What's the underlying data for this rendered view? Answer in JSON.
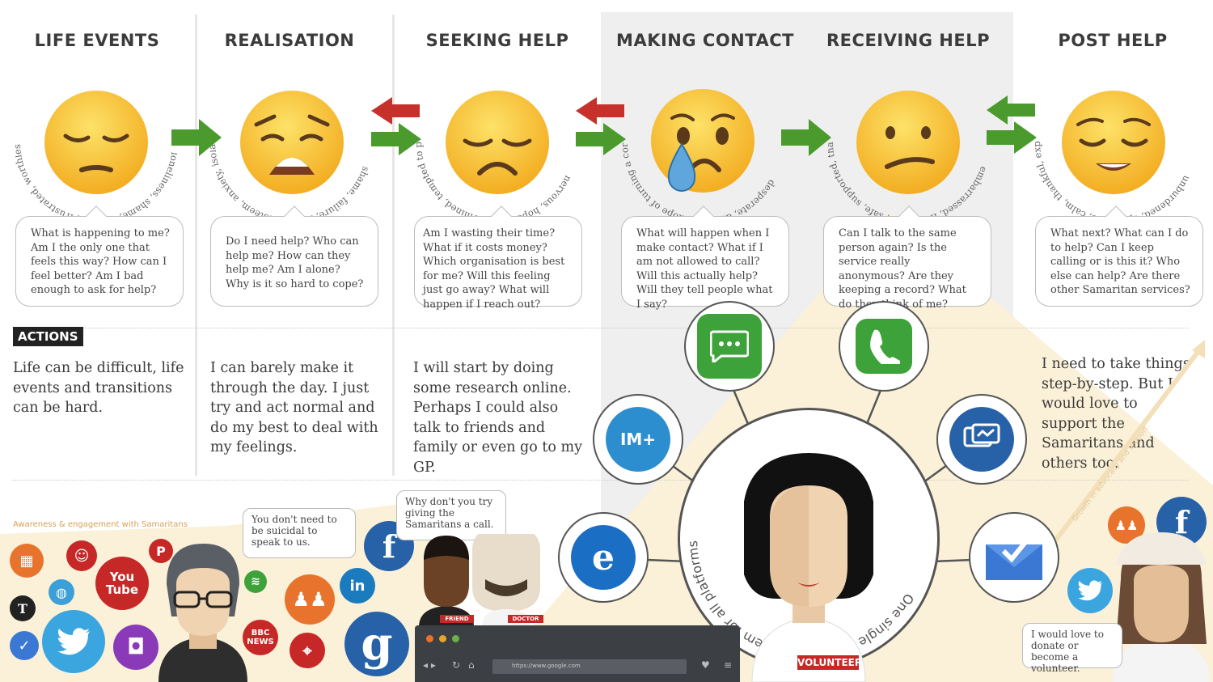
{
  "stages": [
    {
      "title": "LIFE EVENTS",
      "feelings": "loneliness, shame, trapped, frustrated, worthless, up and down, fear, denial,",
      "question": "What is happening to me? Am I the only one that feels this way? How can I feel better? Am I bad enough to ask for help?",
      "action": "Life can be difficult, life events and transitions can be hard."
    },
    {
      "title": "REALISATION",
      "feelings": "shame, failure, low self-esteem, anxiety, isolation, fear, Overwhelmed,",
      "question": "Do I need help? Who can help me? How can they help me? Am I alone? Why is it so hard to cope?",
      "action": "I can barely make it through the day. I just try and act normal and do my best to deal with my feelings."
    },
    {
      "title": "SEEKING HELP",
      "feelings": "nervous, hopeful, determined, tempted to procrastinate, Confused,",
      "question": "Am I wasting their time? What if it costs money? Which organisation is best for me? Will this feeling just go away? What will happen if I reach out?",
      "action": "I will start by doing some research online. Perhaps I could also talk to friends and family or even go to my GP."
    },
    {
      "title": "MAKING CONTACT",
      "feelings": "desperate, defeated, hope of turning a corner, spring self up, Weak, I've failed,",
      "question": "What will happen when I make contact? What if I am not allowed to call? Will this actually help? Will they tell people what I say?",
      "action": ""
    },
    {
      "title": "RECEIVING HELP",
      "feelings": "embarrassed, frustrated, safe, supported, thankful, empowered, Vulnerable,",
      "question": "Can I talk to the same person again? Is the service really anonymous? Are they keeping a record? What do they think of me?",
      "action": ""
    },
    {
      "title": "POST HELP",
      "feelings": "unburdened, optimistic, calm, thankful, exposed, numb, Relieved, empowered,",
      "question": "What next? What can I do to help? Can I keep calling or is this it? Who else can help? Are there other Samaritan services?",
      "action": "I need to take things step-by-step. But I would love to support the Samaritans and others too."
    }
  ],
  "actions_label": "ACTIONS",
  "awareness_label": "Awareness & engagement with Samaritans",
  "growth_label": "Growth in advocacy and support",
  "volunteer_ring": "One single volunteer system for all platforms",
  "tags": {
    "volunteer": "VOLUNTEER",
    "friend": "FRIEND",
    "doctor": "DOCTOR"
  },
  "speech": {
    "not_suicidal": "You don't need to be suicidal to speak to us.",
    "try_giving": "Why don't you try giving the Samaritans a call.",
    "donate": "I would love to donate or become a volunteer."
  },
  "browser_url": "https://www.google.com",
  "icons": {
    "youtube": "You Tube",
    "bbc": "BBC NEWS",
    "facebook": "f",
    "linkedin": "in",
    "google": "g",
    "nyt": "T"
  },
  "colors": {
    "arrow_green": "#4a9a2e",
    "arrow_red": "#c6322b",
    "emoji_yellow": "#f7c22e",
    "badge_red": "#c62828"
  }
}
